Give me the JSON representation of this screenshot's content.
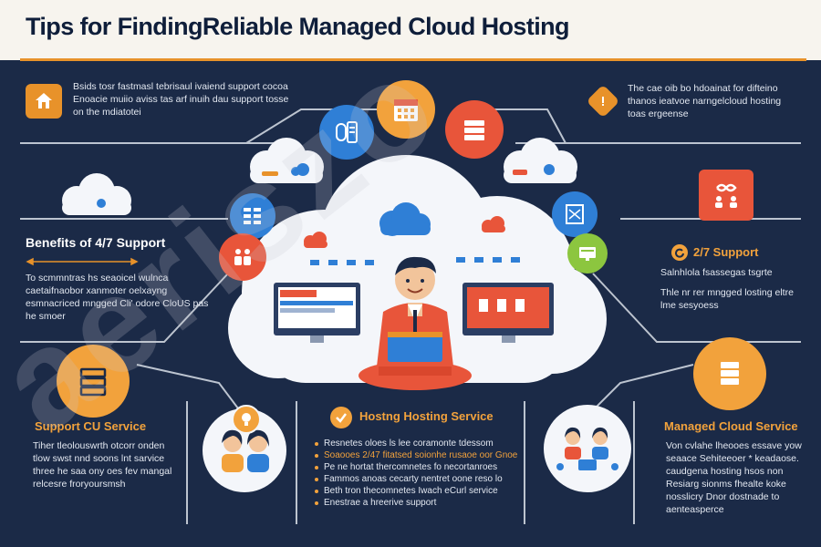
{
  "title": "Tips for FindingReliable Managed Cloud Hosting",
  "intro_left": "Bsids tosr fastmasl tebrisaul ivaiend support cocoa Enoacie muiio aviss tas arf inuih dau support tosse on the mdiatotei",
  "intro_right": "The cae oib bo hdoainat for difteino thanos ieatvoe narngelcloud hosting toas ergeense",
  "left_section": {
    "heading": "Benefits  of 4/7 Support",
    "body": "To scmmntras hs seaoicel wulnca caetaifnaobor xanmoter oelxayng esmnacriced mngged Cli' odore CloUS pas he smoer"
  },
  "right_section": {
    "heading": "2/7 Support",
    "subtitle": "Salnhlola fsassegas tsgrte",
    "body": "Thle nr rer mngged losting eltre lme sesyoess"
  },
  "bottom_left": {
    "heading": "Support CU Service",
    "body": "Tiher tleolouswrth otcorr onden tlow swst nnd soons lnt sarvice three he saa ony oes fev mangal relcesre froryoursmsh"
  },
  "bottom_center": {
    "heading": "Hostng Hosting Service",
    "bullets": [
      "Resnetes oloes ls lee coramonte tdessom",
      "Soaooes 2/47 fitatsed soionhe rusaoe oor Gnoe",
      "Pe ne hortat thercomnetes fo necortanroes",
      "Fammos anoas cecarty nentret oone reso lo",
      "Beth tron thecomnetes Iwach eCurl service",
      "Enestrae a hreerive support"
    ]
  },
  "bottom_right": {
    "heading": "Managed Cloud Service",
    "body": "Von cvlahe lheooes essave yow seaace Sehiteeoer * keadaose. caudgena hosting hsos non Resiarg sionms fhealte koke nosslicry Dnor dostnade to aenteasperce"
  },
  "colors": {
    "background": "#1b2a47",
    "accent_orange": "#f2a23c",
    "accent_blue": "#2f7fd6",
    "accent_green": "#8cc63f",
    "accent_red": "#e8553a"
  },
  "icons": {
    "intro_left": "house-icon",
    "intro_right": "diamond-icon",
    "top_circles": [
      "document-icon",
      "calendar-icon",
      "server-icon"
    ],
    "left_circles": [
      "grid-icon",
      "people-icon"
    ],
    "right_circles": [
      "blueprint-icon",
      "monitor-icon"
    ],
    "right_badge": "team-icon",
    "bottom_left_circle": "server-stack-icon",
    "center_person": "person-with-laptop-icon"
  }
}
